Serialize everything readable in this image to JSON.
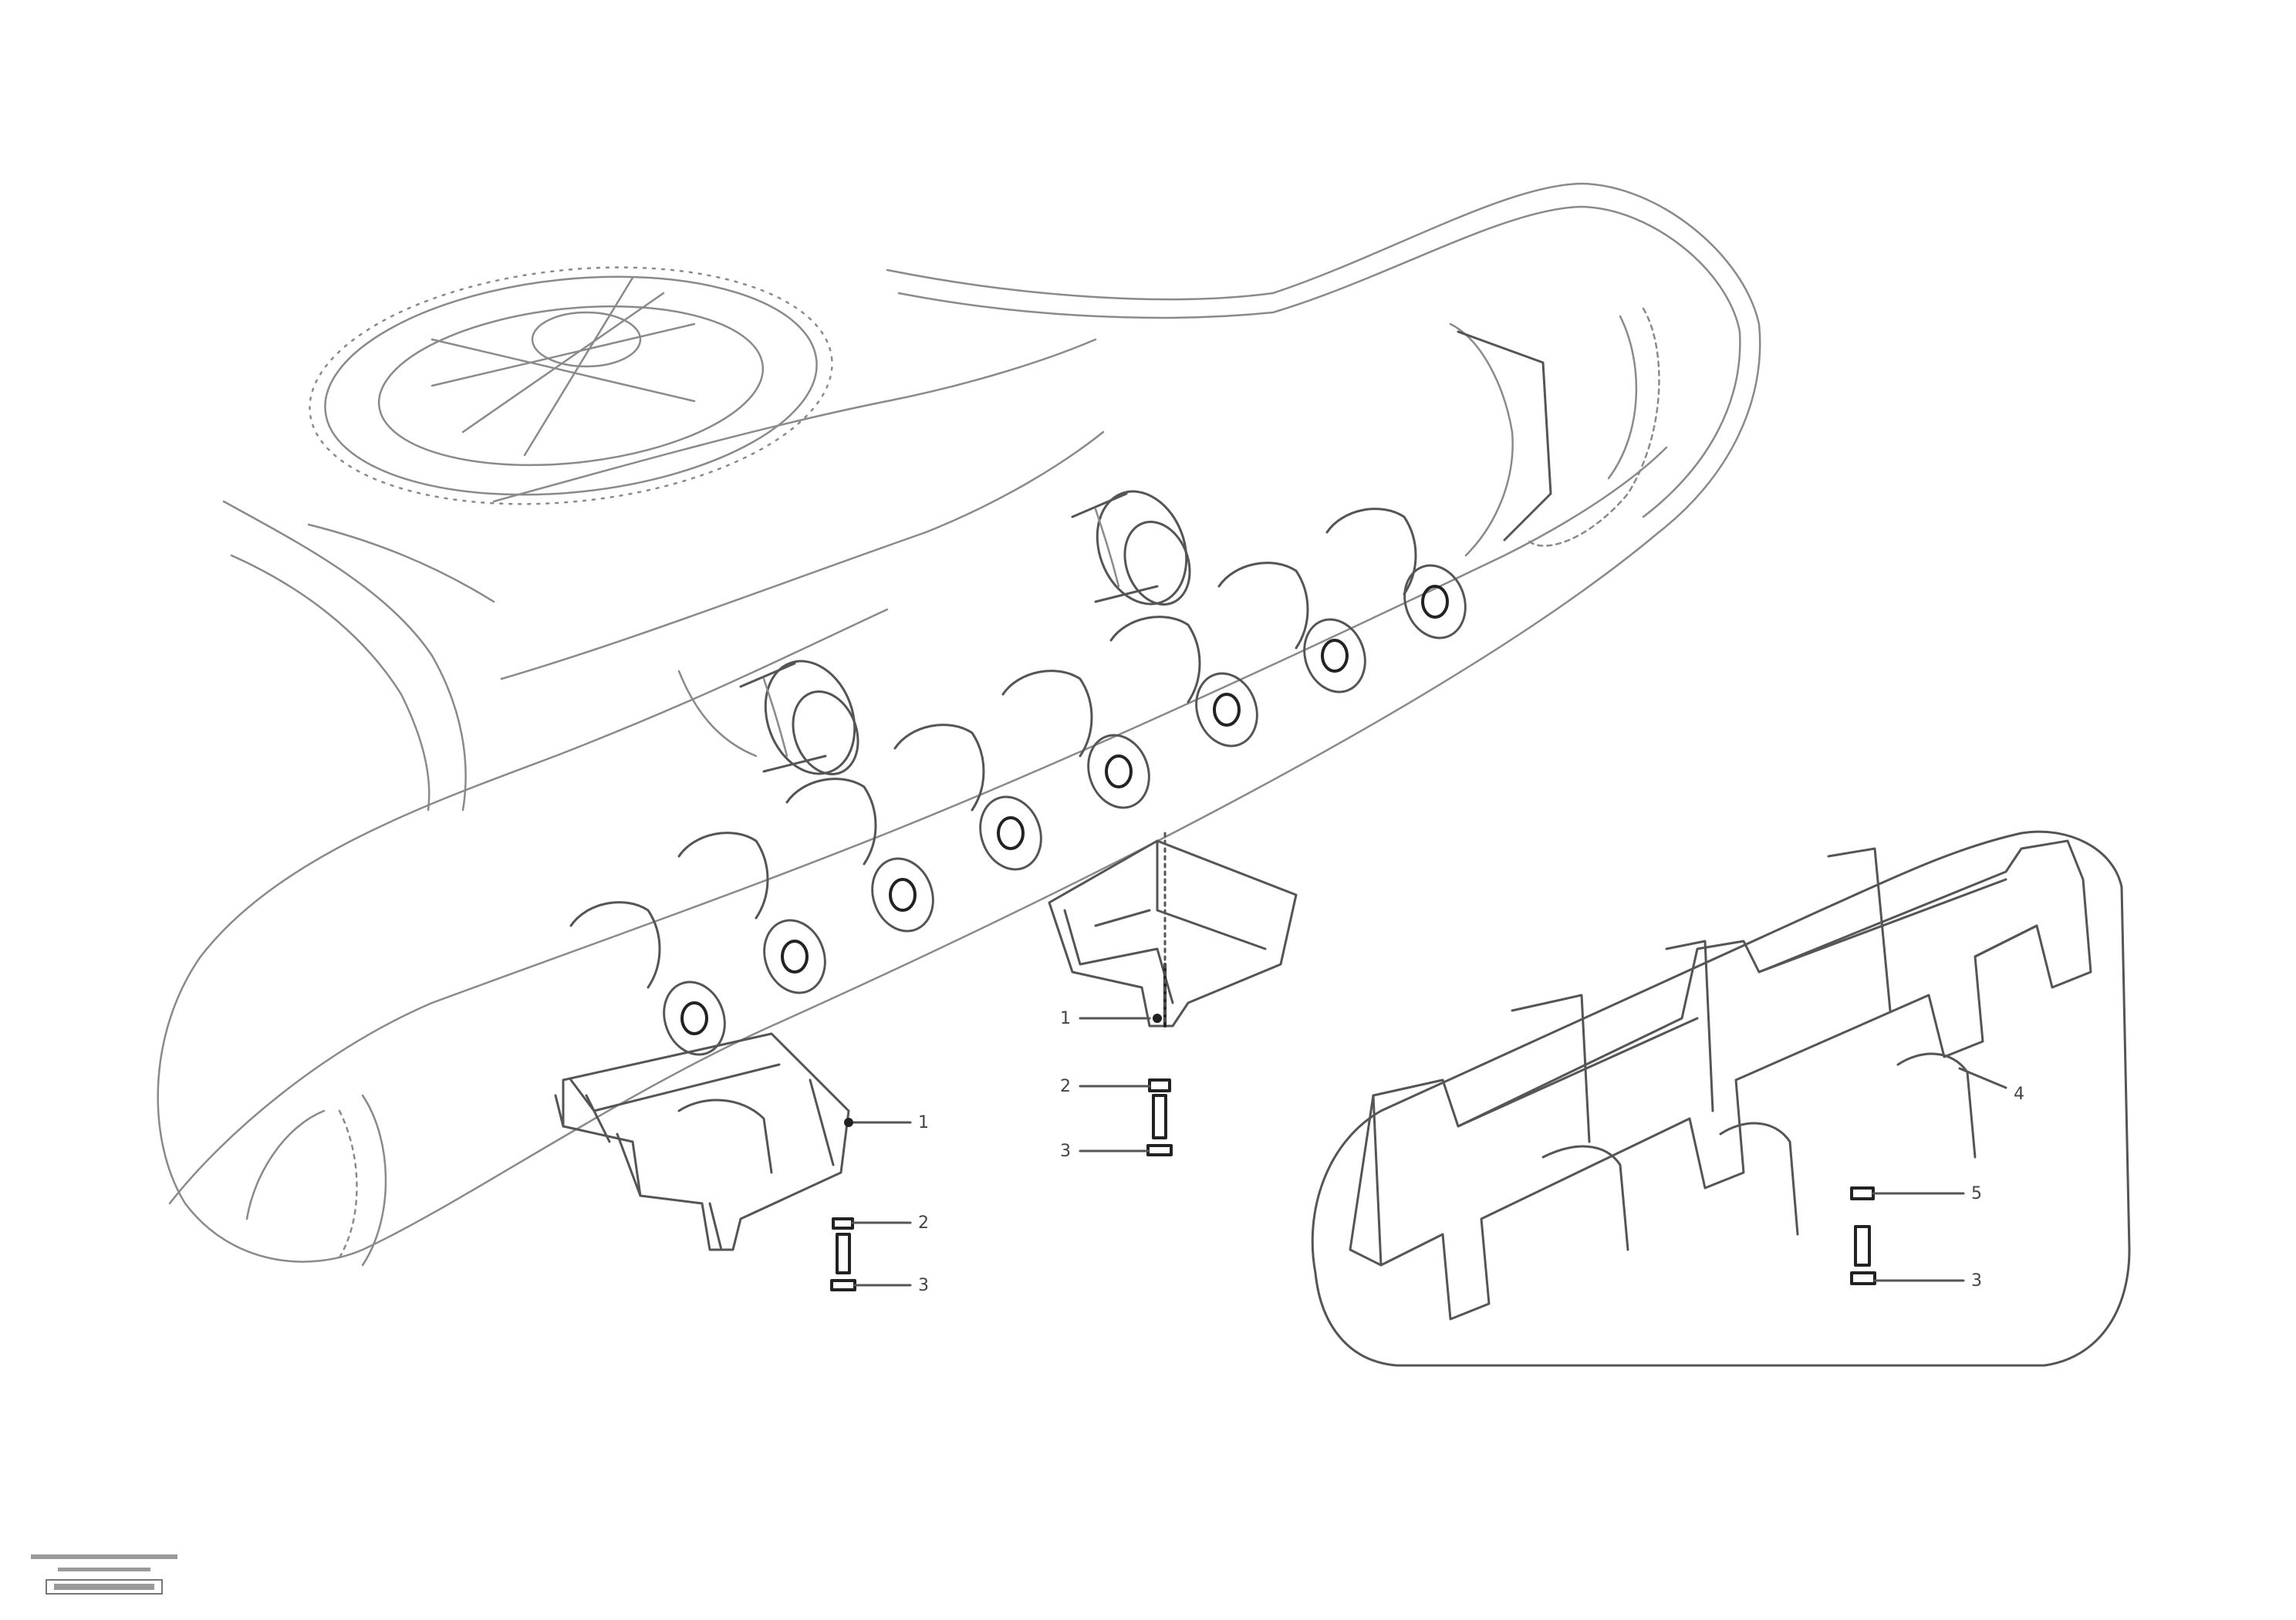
{
  "callouts": [
    {
      "id": "c1",
      "label": "1"
    },
    {
      "id": "c2",
      "label": "2"
    },
    {
      "id": "c3",
      "label": "3"
    },
    {
      "id": "c4",
      "label": "1"
    },
    {
      "id": "c5",
      "label": "2"
    },
    {
      "id": "c6",
      "label": "3"
    },
    {
      "id": "c7",
      "label": "4"
    },
    {
      "id": "c8",
      "label": "5"
    },
    {
      "id": "c9",
      "label": "3"
    }
  ]
}
